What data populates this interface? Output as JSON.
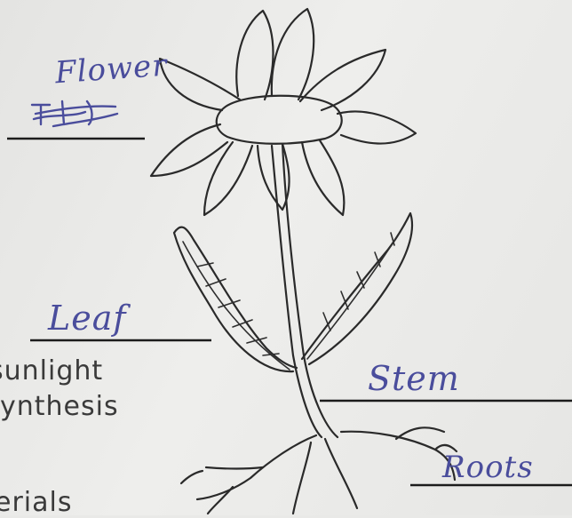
{
  "labels": {
    "flower": "Flower",
    "leaf": "Leaf",
    "stem": "Stem",
    "roots": "Roots"
  },
  "cutoff_text": {
    "line1": "sunlight",
    "line2": "ynthesis",
    "line3": "erials"
  },
  "colors": {
    "handwriting": "#4a4d9c",
    "pencil": "#2a2a2a",
    "paper": "#e9e9e7"
  }
}
